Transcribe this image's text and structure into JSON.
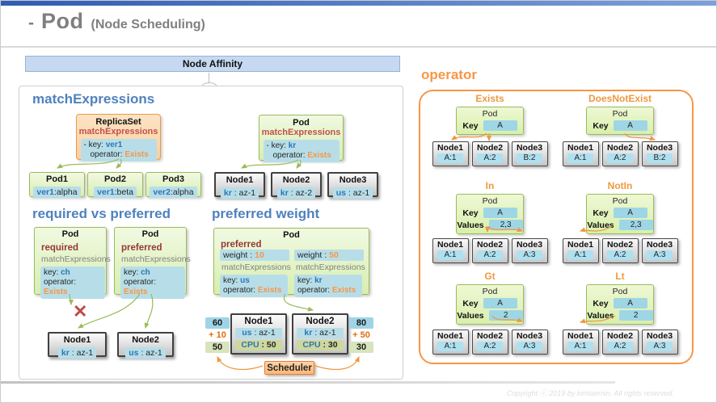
{
  "header": {
    "dash": "-",
    "title": "Pod",
    "subtitle": "(Node Scheduling)"
  },
  "banner": {
    "label": "Node Affinity"
  },
  "sections": {
    "match_expressions": {
      "heading": "matchExpressions",
      "replicaset": {
        "title": "ReplicaSet",
        "subtitle": "matchExpressions",
        "expr": {
          "key_label": "- key:",
          "key": "ver1",
          "operator_label": "operator:",
          "operator": "Exists"
        }
      },
      "pods": [
        {
          "title": "Pod1",
          "key": "ver1",
          "sep": ":",
          "value": "alpha"
        },
        {
          "title": "Pod2",
          "key": "ver1",
          "sep": ":",
          "value": "beta"
        },
        {
          "title": "Pod3",
          "key": "ver2",
          "sep": ":",
          "value": "alpha"
        }
      ],
      "pod": {
        "title": "Pod",
        "subtitle": "matchExpressions",
        "expr": {
          "key_label": "- key:",
          "key": "kr",
          "operator_label": "operator:",
          "operator": "Exists"
        }
      },
      "nodes": [
        {
          "title": "Node1",
          "key": "kr",
          "sep": " : ",
          "value": "az-1"
        },
        {
          "title": "Node2",
          "key": "kr",
          "sep": " : ",
          "value": "az-2"
        },
        {
          "title": "Node3",
          "key": "us",
          "sep": " : ",
          "value": "az-1"
        }
      ]
    },
    "required_vs_preferred": {
      "heading": "required vs preferred",
      "pods": [
        {
          "title": "Pod",
          "mode": "required",
          "subtitle": "matchExpressions",
          "expr": {
            "key_label": "key:",
            "key": "ch",
            "operator_label": "operator:",
            "operator": "Exists"
          }
        },
        {
          "title": "Pod",
          "mode": "preferred",
          "subtitle": "matchExpressions",
          "expr": {
            "key_label": "key:",
            "key": "ch",
            "operator_label": "operator:",
            "operator": "Exists"
          }
        }
      ],
      "reject_mark": "✕",
      "nodes": [
        {
          "title": "Node1",
          "key": "kr",
          "sep": " : ",
          "value": "az-1"
        },
        {
          "title": "Node2",
          "key": "us",
          "sep": " : ",
          "value": "az-1"
        }
      ]
    },
    "preferred_weight": {
      "heading": "preferred weight",
      "pod": {
        "title": "Pod",
        "mode": "preferred",
        "rules": [
          {
            "weight_label": "weight :",
            "weight": "10",
            "subtitle": "matchExpressions",
            "expr": {
              "key_label": "key:",
              "key": "us",
              "operator_label": "operator:",
              "operator": "Exists"
            }
          },
          {
            "weight_label": "weight :",
            "weight": "50",
            "subtitle": "matchExpressions",
            "expr": {
              "key_label": "key:",
              "key": "kr",
              "operator_label": "operator:",
              "operator": "Exists"
            }
          }
        ]
      },
      "nodes": [
        {
          "title": "Node1",
          "key": "us",
          "sep": " : ",
          "value": "az-1",
          "cpu_label": "CPU",
          "cpu_sep": " : ",
          "cpu": "50"
        },
        {
          "title": "Node2",
          "key": "kr",
          "sep": " : ",
          "value": "az-1",
          "cpu_label": "CPU",
          "cpu_sep": " : ",
          "cpu": "30"
        }
      ],
      "scores": [
        {
          "total": "60",
          "plus": "+ 10",
          "base": "50"
        },
        {
          "total": "80",
          "plus": "+ 50",
          "base": "30"
        }
      ],
      "scheduler_label": "Scheduler"
    }
  },
  "operator_panel": {
    "heading": "operator",
    "groups": [
      {
        "name": "Exists",
        "pod": {
          "title": "Pod",
          "key_label": "Key",
          "key": "A"
        },
        "nodes": [
          {
            "title": "Node1",
            "label": "A:1"
          },
          {
            "title": "Node2",
            "label": "A:2"
          },
          {
            "title": "Node3",
            "label": "B:2"
          }
        ]
      },
      {
        "name": "DoesNotExist",
        "pod": {
          "title": "Pod",
          "key_label": "Key",
          "key": "A"
        },
        "nodes": [
          {
            "title": "Node1",
            "label": "A:1"
          },
          {
            "title": "Node2",
            "label": "A:2"
          },
          {
            "title": "Node3",
            "label": "B:2"
          }
        ]
      },
      {
        "name": "In",
        "pod": {
          "title": "Pod",
          "key_label": "Key",
          "key": "A",
          "values_label": "Values",
          "values": "2,3"
        },
        "nodes": [
          {
            "title": "Node1",
            "label": "A:1"
          },
          {
            "title": "Node2",
            "label": "A:2"
          },
          {
            "title": "Node3",
            "label": "A:3"
          }
        ]
      },
      {
        "name": "NotIn",
        "pod": {
          "title": "Pod",
          "key_label": "Key",
          "key": "A",
          "values_label": "Values",
          "values": "2,3"
        },
        "nodes": [
          {
            "title": "Node1",
            "label": "A:1"
          },
          {
            "title": "Node2",
            "label": "A:2"
          },
          {
            "title": "Node3",
            "label": "A:3"
          }
        ]
      },
      {
        "name": "Gt",
        "pod": {
          "title": "Pod",
          "key_label": "Key",
          "key": "A",
          "values_label": "Values",
          "values": "2"
        },
        "nodes": [
          {
            "title": "Node1",
            "label": "A:1"
          },
          {
            "title": "Node2",
            "label": "A:2"
          },
          {
            "title": "Node3",
            "label": "A:3"
          }
        ]
      },
      {
        "name": "Lt",
        "pod": {
          "title": "Pod",
          "key_label": "Key",
          "key": "A",
          "values_label": "Values",
          "values": "2"
        },
        "nodes": [
          {
            "title": "Node1",
            "label": "A:1"
          },
          {
            "title": "Node2",
            "label": "A:2"
          },
          {
            "title": "Node3",
            "label": "A:3"
          }
        ]
      }
    ]
  },
  "footer": {
    "copyright": "Copyright ⓒ 2019 by kimtaemin. All rights reserved."
  },
  "colors": {
    "accent_blue": "#4f81bd",
    "accent_orange": "#f79646",
    "chip_blue": "#b7dee8",
    "pod_green_border": "#9bbb59",
    "alert_red": "#be4b48"
  }
}
